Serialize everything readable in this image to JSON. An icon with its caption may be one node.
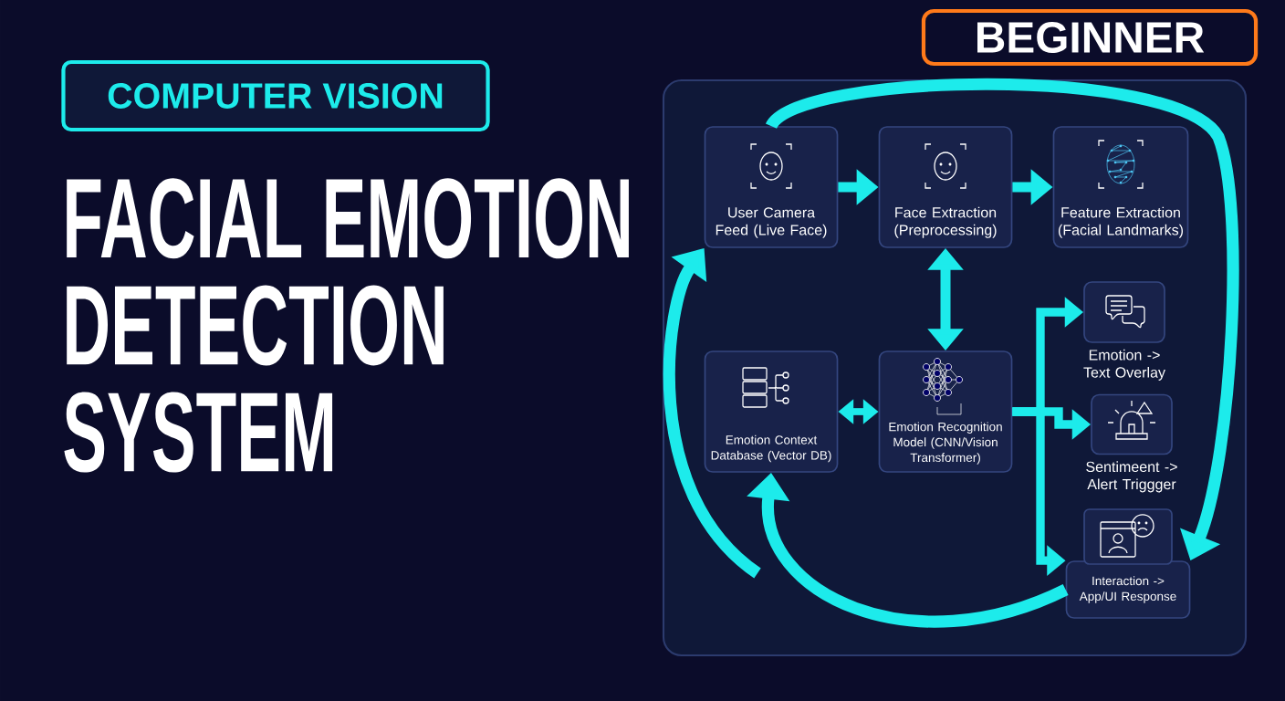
{
  "diagram": {
    "title": "FACIAL EMOTION DETECTION SYSTEM",
    "nodes": [
      {
        "text": [
          "User Camera Feed (Live Face)"
        ]
      },
      {
        "text": [
          "Face Extraction (Preprocessing)"
        ]
      },
      {
        "text": [
          "Feature Extraction (Facial Landmarks)"
        ]
      },
      {
        "text": [
          "Emotion Context Database (Vector DB)"
        ]
      },
      {
        "text": [
          "Emotion Recognition Model (CNN/Vision Transformer)"
        ]
      },
      {
        "text": [
          "Emotion -> Text Overlay"
        ]
      },
      {
        "text": [
          "Sentimeent -> Alert Triggger"
        ]
      },
      {
        "text": [
          "Interaction -> App/UI Response"
        ]
      }
    ],
    "edges": [
      {
        "from": 0,
        "to": 1,
        "arrow": "to"
      },
      {
        "from": 1,
        "to": 2,
        "arrow": "to"
      },
      {
        "from": 1,
        "to": 4,
        "arrow": "both"
      },
      {
        "from": 3,
        "to": 4,
        "arrow": "both"
      },
      {
        "from": 4,
        "to": 5,
        "arrow": "to"
      },
      {
        "from": 4,
        "to": 6,
        "arrow": "to"
      },
      {
        "from": 4,
        "to": 7,
        "arrow": "to"
      },
      {
        "from": 0,
        "to": 7,
        "arrow": "to"
      },
      {
        "from": 7,
        "to": 3,
        "arrow": "to"
      },
      {
        "from": null,
        "to": 0,
        "arrow": "to"
      }
    ],
    "labels": [
      "COMPUTER VISION",
      "BEGINNER"
    ]
  }
}
